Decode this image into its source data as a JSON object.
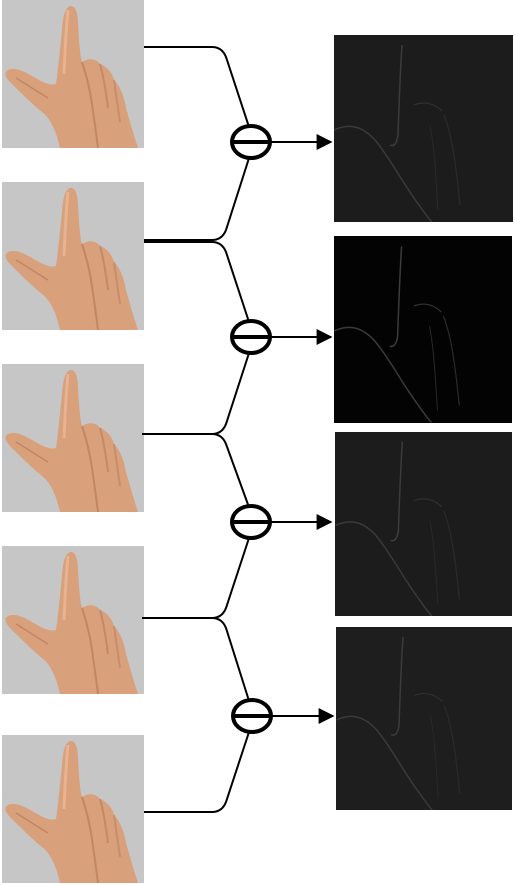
{
  "figure": {
    "input_frames": [
      {
        "icon": "hand-pointing-up"
      },
      {
        "icon": "hand-pointing-up"
      },
      {
        "icon": "hand-pointing-up"
      },
      {
        "icon": "hand-pointing-up"
      },
      {
        "icon": "hand-pointing-up"
      }
    ],
    "operator": {
      "icon": "minus-in-circle",
      "meaning": "subtraction"
    },
    "difference_frames": [
      {
        "brightness": "dark"
      },
      {
        "brightness": "black"
      },
      {
        "brightness": "dark"
      },
      {
        "brightness": "dark"
      }
    ],
    "colors": {
      "input_background": "#c6c6c6",
      "skin": "#d9a07c",
      "skin_shadow": "#b87a58",
      "diff_dark": "#1c1c1c",
      "diff_black": "#030303",
      "line": "#000000"
    }
  }
}
